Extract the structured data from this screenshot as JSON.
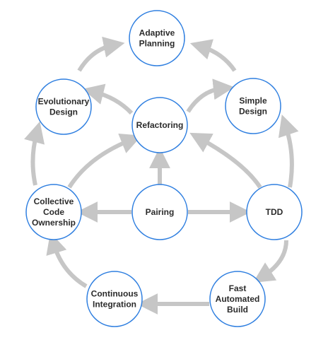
{
  "diagram": {
    "colors": {
      "node_stroke": "#2f7fe0",
      "node_fill": "#ffffff",
      "arrow": "#c6c6c6",
      "text": "#2b2b2b"
    },
    "nodes": {
      "adaptive_planning": {
        "lines": [
          "Adaptive",
          "Planning"
        ]
      },
      "evolutionary_design": {
        "lines": [
          "Evolutionary",
          "Design"
        ]
      },
      "simple_design": {
        "lines": [
          "Simple",
          "Design"
        ]
      },
      "refactoring": {
        "lines": [
          "Refactoring"
        ]
      },
      "collective_code_ownership": {
        "lines": [
          "Collective",
          "Code",
          "Ownership"
        ]
      },
      "pairing": {
        "lines": [
          "Pairing"
        ]
      },
      "tdd": {
        "lines": [
          "TDD"
        ]
      },
      "continuous_integration": {
        "lines": [
          "Continuous",
          "Integration"
        ]
      },
      "fast_automated_build": {
        "lines": [
          "Fast",
          "Automated",
          "Build"
        ]
      }
    },
    "edges": [
      {
        "from": "evolutionary_design",
        "to": "adaptive_planning"
      },
      {
        "from": "simple_design",
        "to": "adaptive_planning"
      },
      {
        "from": "refactoring",
        "to": "evolutionary_design"
      },
      {
        "from": "refactoring",
        "to": "simple_design"
      },
      {
        "from": "collective_code_ownership",
        "to": "evolutionary_design"
      },
      {
        "from": "collective_code_ownership",
        "to": "refactoring"
      },
      {
        "from": "pairing",
        "to": "refactoring"
      },
      {
        "from": "tdd",
        "to": "refactoring"
      },
      {
        "from": "tdd",
        "to": "simple_design"
      },
      {
        "from": "pairing",
        "to": "collective_code_ownership"
      },
      {
        "from": "pairing",
        "to": "tdd"
      },
      {
        "from": "tdd",
        "to": "fast_automated_build"
      },
      {
        "from": "fast_automated_build",
        "to": "continuous_integration"
      },
      {
        "from": "continuous_integration",
        "to": "collective_code_ownership"
      }
    ]
  }
}
